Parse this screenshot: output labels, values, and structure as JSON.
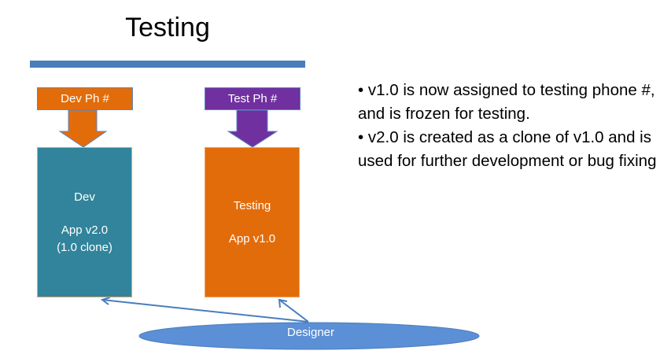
{
  "title": "Testing",
  "dev_phone": {
    "label": "Dev Ph #",
    "color": "#e36c0a"
  },
  "test_phone": {
    "label": "Test Ph #",
    "color": "#7030a0"
  },
  "dev_box": {
    "title": "Dev",
    "line1": "App v2.0",
    "line2": "(1.0 clone)",
    "color": "#31849b"
  },
  "test_box": {
    "title": "Testing",
    "line1": "App v1.0",
    "color": "#e36c0a"
  },
  "designer": {
    "label": "Designer",
    "color": "#4f81bd"
  },
  "bullets": [
    "• v1.0 is now assigned to testing phone #, and is frozen for testing.",
    "• v2.0 is created as a clone of v1.0 and is used for further development or bug fixing"
  ]
}
